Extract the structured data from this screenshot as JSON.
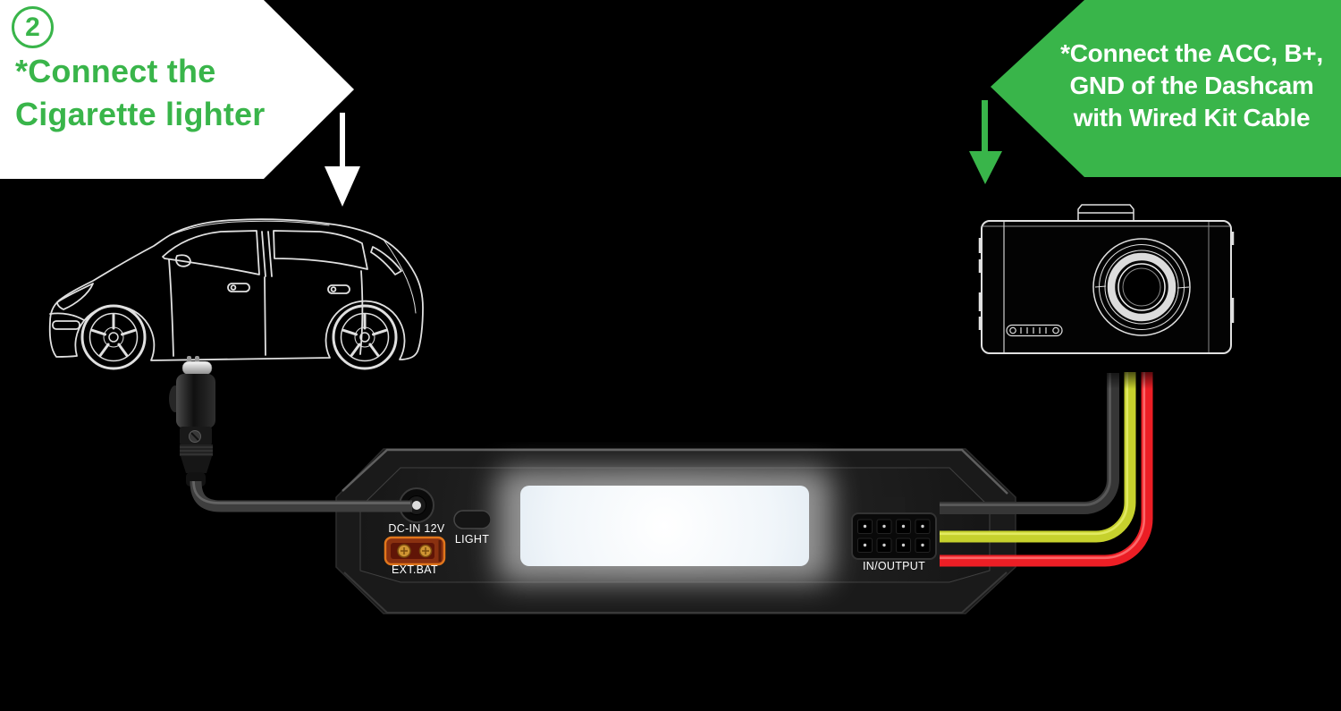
{
  "colors": {
    "background": "#000000",
    "accent_green": "#39b54a",
    "callout_left_bg": "#ffffff",
    "callout_left_text": "#39b54a",
    "callout_right_bg": "#39b54a",
    "callout_right_text": "#ffffff",
    "line_art_white": "#e0e0e0",
    "led_panel_white": "#eef3f9",
    "cable_gray": "#3e3e3e",
    "cable_yellow": "#c6d12d",
    "cable_red": "#ec1e25",
    "ext_bat_orange": "#e0761c"
  },
  "callouts": {
    "left": {
      "step": "2",
      "lines": [
        "*Connect the",
        "Cigarette lighter"
      ]
    },
    "right": {
      "lines": [
        "*Connect the ACC, B+,",
        "GND of the Dashcam",
        "with Wired Kit Cable"
      ]
    }
  },
  "device": {
    "labels": {
      "dc_in": "DC-IN 12V",
      "light": "LIGHT",
      "ext_bat": "EXT.BAT",
      "in_output": "IN/OUTPUT"
    }
  },
  "icons": {
    "down_arrow_white": "down-arrow",
    "down_arrow_green": "down-arrow",
    "car": "car-side-outline",
    "dashcam": "dashcam-front-outline",
    "plug": "cigarette-lighter-plug"
  }
}
